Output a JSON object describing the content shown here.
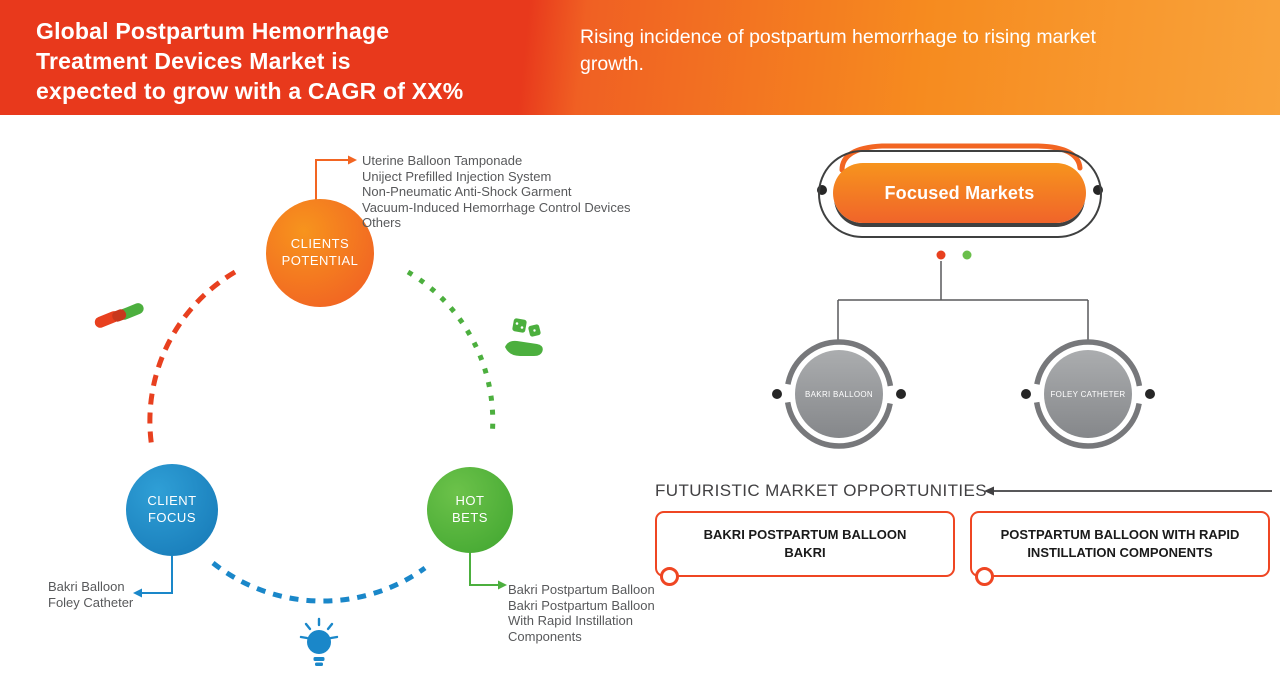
{
  "banner": {
    "title_lines": [
      "Global Postpartum Hemorrhage",
      "Treatment Devices Market is",
      "expected to grow with a CAGR of XX%"
    ],
    "subtitle_lines": [
      "Rising incidence of postpartum hemorrhage to rising market",
      "growth."
    ]
  },
  "cycle": {
    "clients_potential": {
      "label_lines": [
        "CLIENTS",
        "POTENTIAL"
      ],
      "items": [
        "Uterine Balloon Tamponade",
        "Uniject Prefilled Injection System",
        "Non-Pneumatic Anti-Shock Garment",
        "Vacuum-Induced Hemorrhage Control Devices",
        "Others"
      ]
    },
    "client_focus": {
      "label_lines": [
        "CLIENT",
        "FOCUS"
      ],
      "items": [
        "Bakri Balloon",
        "Foley Catheter"
      ]
    },
    "hot_bets": {
      "label_lines": [
        "HOT",
        "BETS"
      ],
      "items": [
        "Bakri Postpartum Balloon",
        "Bakri Postpartum Balloon With Rapid Instillation Components"
      ]
    }
  },
  "focused_markets": {
    "title": "Focused Markets",
    "nodes": [
      "BAKRI BALLOON",
      "FOLEY CATHETER"
    ]
  },
  "opportunities": {
    "heading": "FUTURISTIC MARKET OPPORTUNITIES",
    "boxes": [
      {
        "label_lines": [
          "BAKRI POSTPARTUM BALLOON",
          "BAKRI"
        ]
      },
      {
        "label_lines": [
          "POSTPARTUM BALLOON WITH RAPID",
          "INSTILLATION COMPONENTS"
        ]
      }
    ]
  },
  "colors": {
    "red": "#e8401f",
    "orange": "#f26522",
    "amber": "#f7941d",
    "blue": "#1a87c9",
    "green": "#4caf3e",
    "gray_text": "#58595b",
    "dark_outline": "#3f4040"
  }
}
